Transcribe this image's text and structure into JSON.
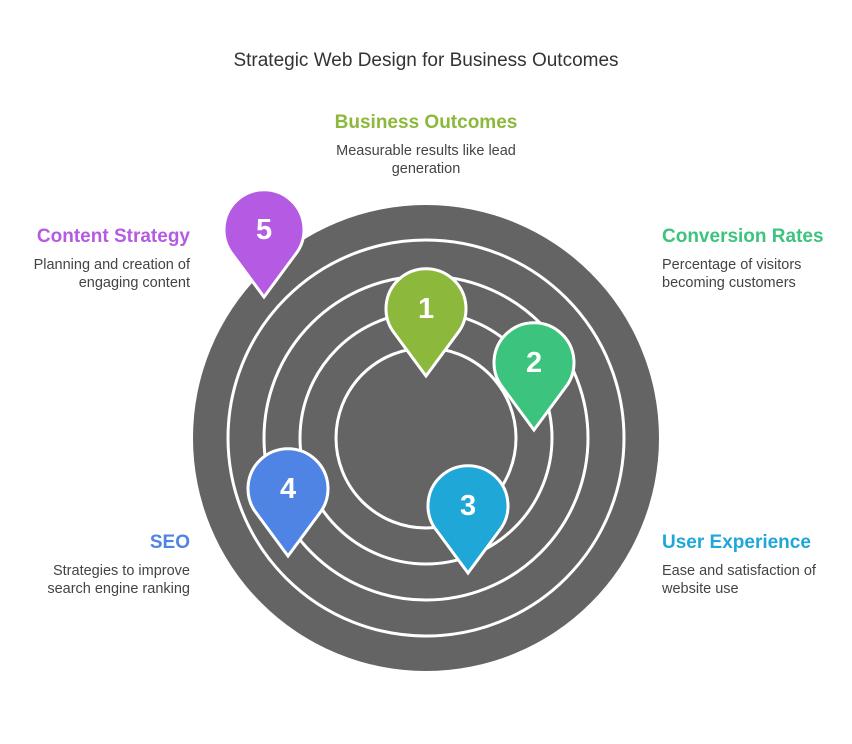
{
  "title": "Strategic Web Design for Business Outcomes",
  "items": [
    {
      "number": "1",
      "heading": "Business Outcomes",
      "description": "Measurable results like lead generation",
      "color": "#8cb83b"
    },
    {
      "number": "2",
      "heading": "Conversion Rates",
      "description": "Percentage of visitors becoming customers",
      "color": "#3cc47e"
    },
    {
      "number": "3",
      "heading": "User Experience",
      "description": "Ease and satisfaction of website use",
      "color": "#1fa7d8"
    },
    {
      "number": "4",
      "heading": "SEO",
      "description": "Strategies to improve search engine ranking",
      "color": "#4f84e4"
    },
    {
      "number": "5",
      "heading": "Content Strategy",
      "description": "Planning and creation of engaging content",
      "color": "#b55be3"
    }
  ],
  "colors": {
    "disc": "#646464",
    "ring": "#ffffff"
  }
}
